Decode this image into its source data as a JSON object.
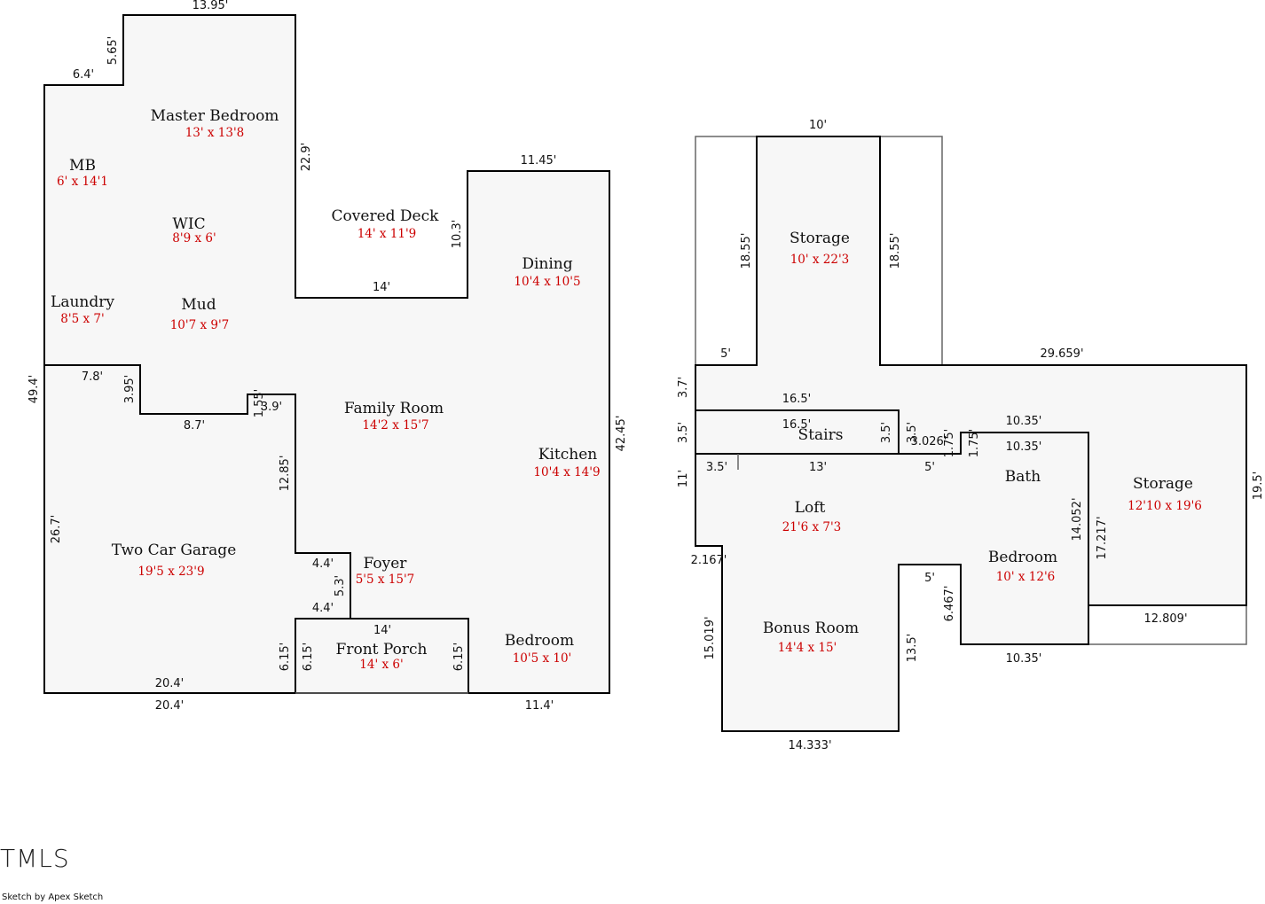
{
  "floor1": {
    "rooms": {
      "master_bedroom": {
        "name": "Master Bedroom",
        "size": "13' x 13'8"
      },
      "mb": {
        "name": "MB",
        "size": "6' x 14'1"
      },
      "wic": {
        "name": "WIC",
        "size": "8'9 x 6'"
      },
      "covered_deck": {
        "name": "Covered Deck",
        "size": "14' x 11'9"
      },
      "dining": {
        "name": "Dining",
        "size": "10'4 x 10'5"
      },
      "laundry": {
        "name": "Laundry",
        "size": "8'5 x 7'"
      },
      "mud": {
        "name": "Mud",
        "size": "10'7 x 9'7"
      },
      "family_room": {
        "name": "Family Room",
        "size": "14'2 x 15'7"
      },
      "kitchen": {
        "name": "Kitchen",
        "size": "10'4 x 14'9"
      },
      "two_car_garage": {
        "name": "Two Car Garage",
        "size": "19'5 x 23'9"
      },
      "foyer": {
        "name": "Foyer",
        "size": "5'5 x 15'7"
      },
      "front_porch": {
        "name": "Front Porch",
        "size": "14' x 6'"
      },
      "bedroom": {
        "name": "Bedroom",
        "size": "10'5 x 10'"
      }
    },
    "dims": {
      "top": "13.95'",
      "notch_v": "5.65'",
      "notch_h": "6.4'",
      "master_right": "22.9'",
      "deck_bottom": "14'",
      "deck_right": "10.3'",
      "dining_top": "11.45'",
      "left_total": "49.4'",
      "right_total": "42.45'",
      "garage_top": "7.8'",
      "garage_step_v": "3.95'",
      "garage_step_h": "8.7'",
      "small_v": "1.55'",
      "small_h": "3.9'",
      "garage_right": "12.85'",
      "garage_left": "26.7'",
      "foyer_top": "4.4'",
      "foyer_v": "5.3'",
      "foyer_bottom": "4.4'",
      "porch_top": "14'",
      "porch_left_outer": "6.15'",
      "porch_left_inner": "6.15'",
      "porch_right": "6.15'",
      "garage_bottom_inner": "20.4'",
      "garage_bottom_outer": "20.4'",
      "bedroom_bottom": "11.4'"
    }
  },
  "floor2": {
    "rooms": {
      "storage_top": {
        "name": "Storage",
        "size": "10' x 22'3"
      },
      "stairs": {
        "name": "Stairs"
      },
      "bath": {
        "name": "Bath"
      },
      "storage_right": {
        "name": "Storage",
        "size": "12'10 x 19'6"
      },
      "loft": {
        "name": "Loft",
        "size": "21'6 x 7'3"
      },
      "bedroom": {
        "name": "Bedroom",
        "size": "10' x 12'6"
      },
      "bonus_room": {
        "name": "Bonus Room",
        "size": "14'4 x 15'"
      }
    },
    "dims": {
      "storage_top": "10'",
      "storage_left": "18.55'",
      "storage_right": "18.55'",
      "left_step": "5'",
      "right_top": "29.659'",
      "left_v1": "3.7'",
      "stairs_top_outer": "16.5'",
      "stairs_top_inner": "16.5'",
      "stairs_left": "3.5'",
      "stairs_right": "3.5'",
      "stairs_right2": "3.5'",
      "stairs_step": "3.026'",
      "small_v1": "1.75'",
      "small_v2": "1.75'",
      "bath_top_outer": "10.35'",
      "bath_top_inner": "10.35'",
      "right_total": "19.5'",
      "loft_left_small": "3.5'",
      "loft_mid": "13'",
      "loft_right": "5'",
      "loft_left_v": "11'",
      "bath_right": "14.052'",
      "storage_right_left": "17.217'",
      "step_left": "2.167'",
      "bonus_right_top": "5'",
      "bonus_right_v": "6.467'",
      "storage_bottom": "12.809'",
      "bonus_left": "15.019'",
      "bonus_right": "13.5'",
      "bedroom_bottom": "10.35'",
      "bonus_bottom": "14.333'"
    }
  },
  "footer": {
    "logo": "TMLS",
    "credit": "Sketch by Apex Sketch"
  }
}
